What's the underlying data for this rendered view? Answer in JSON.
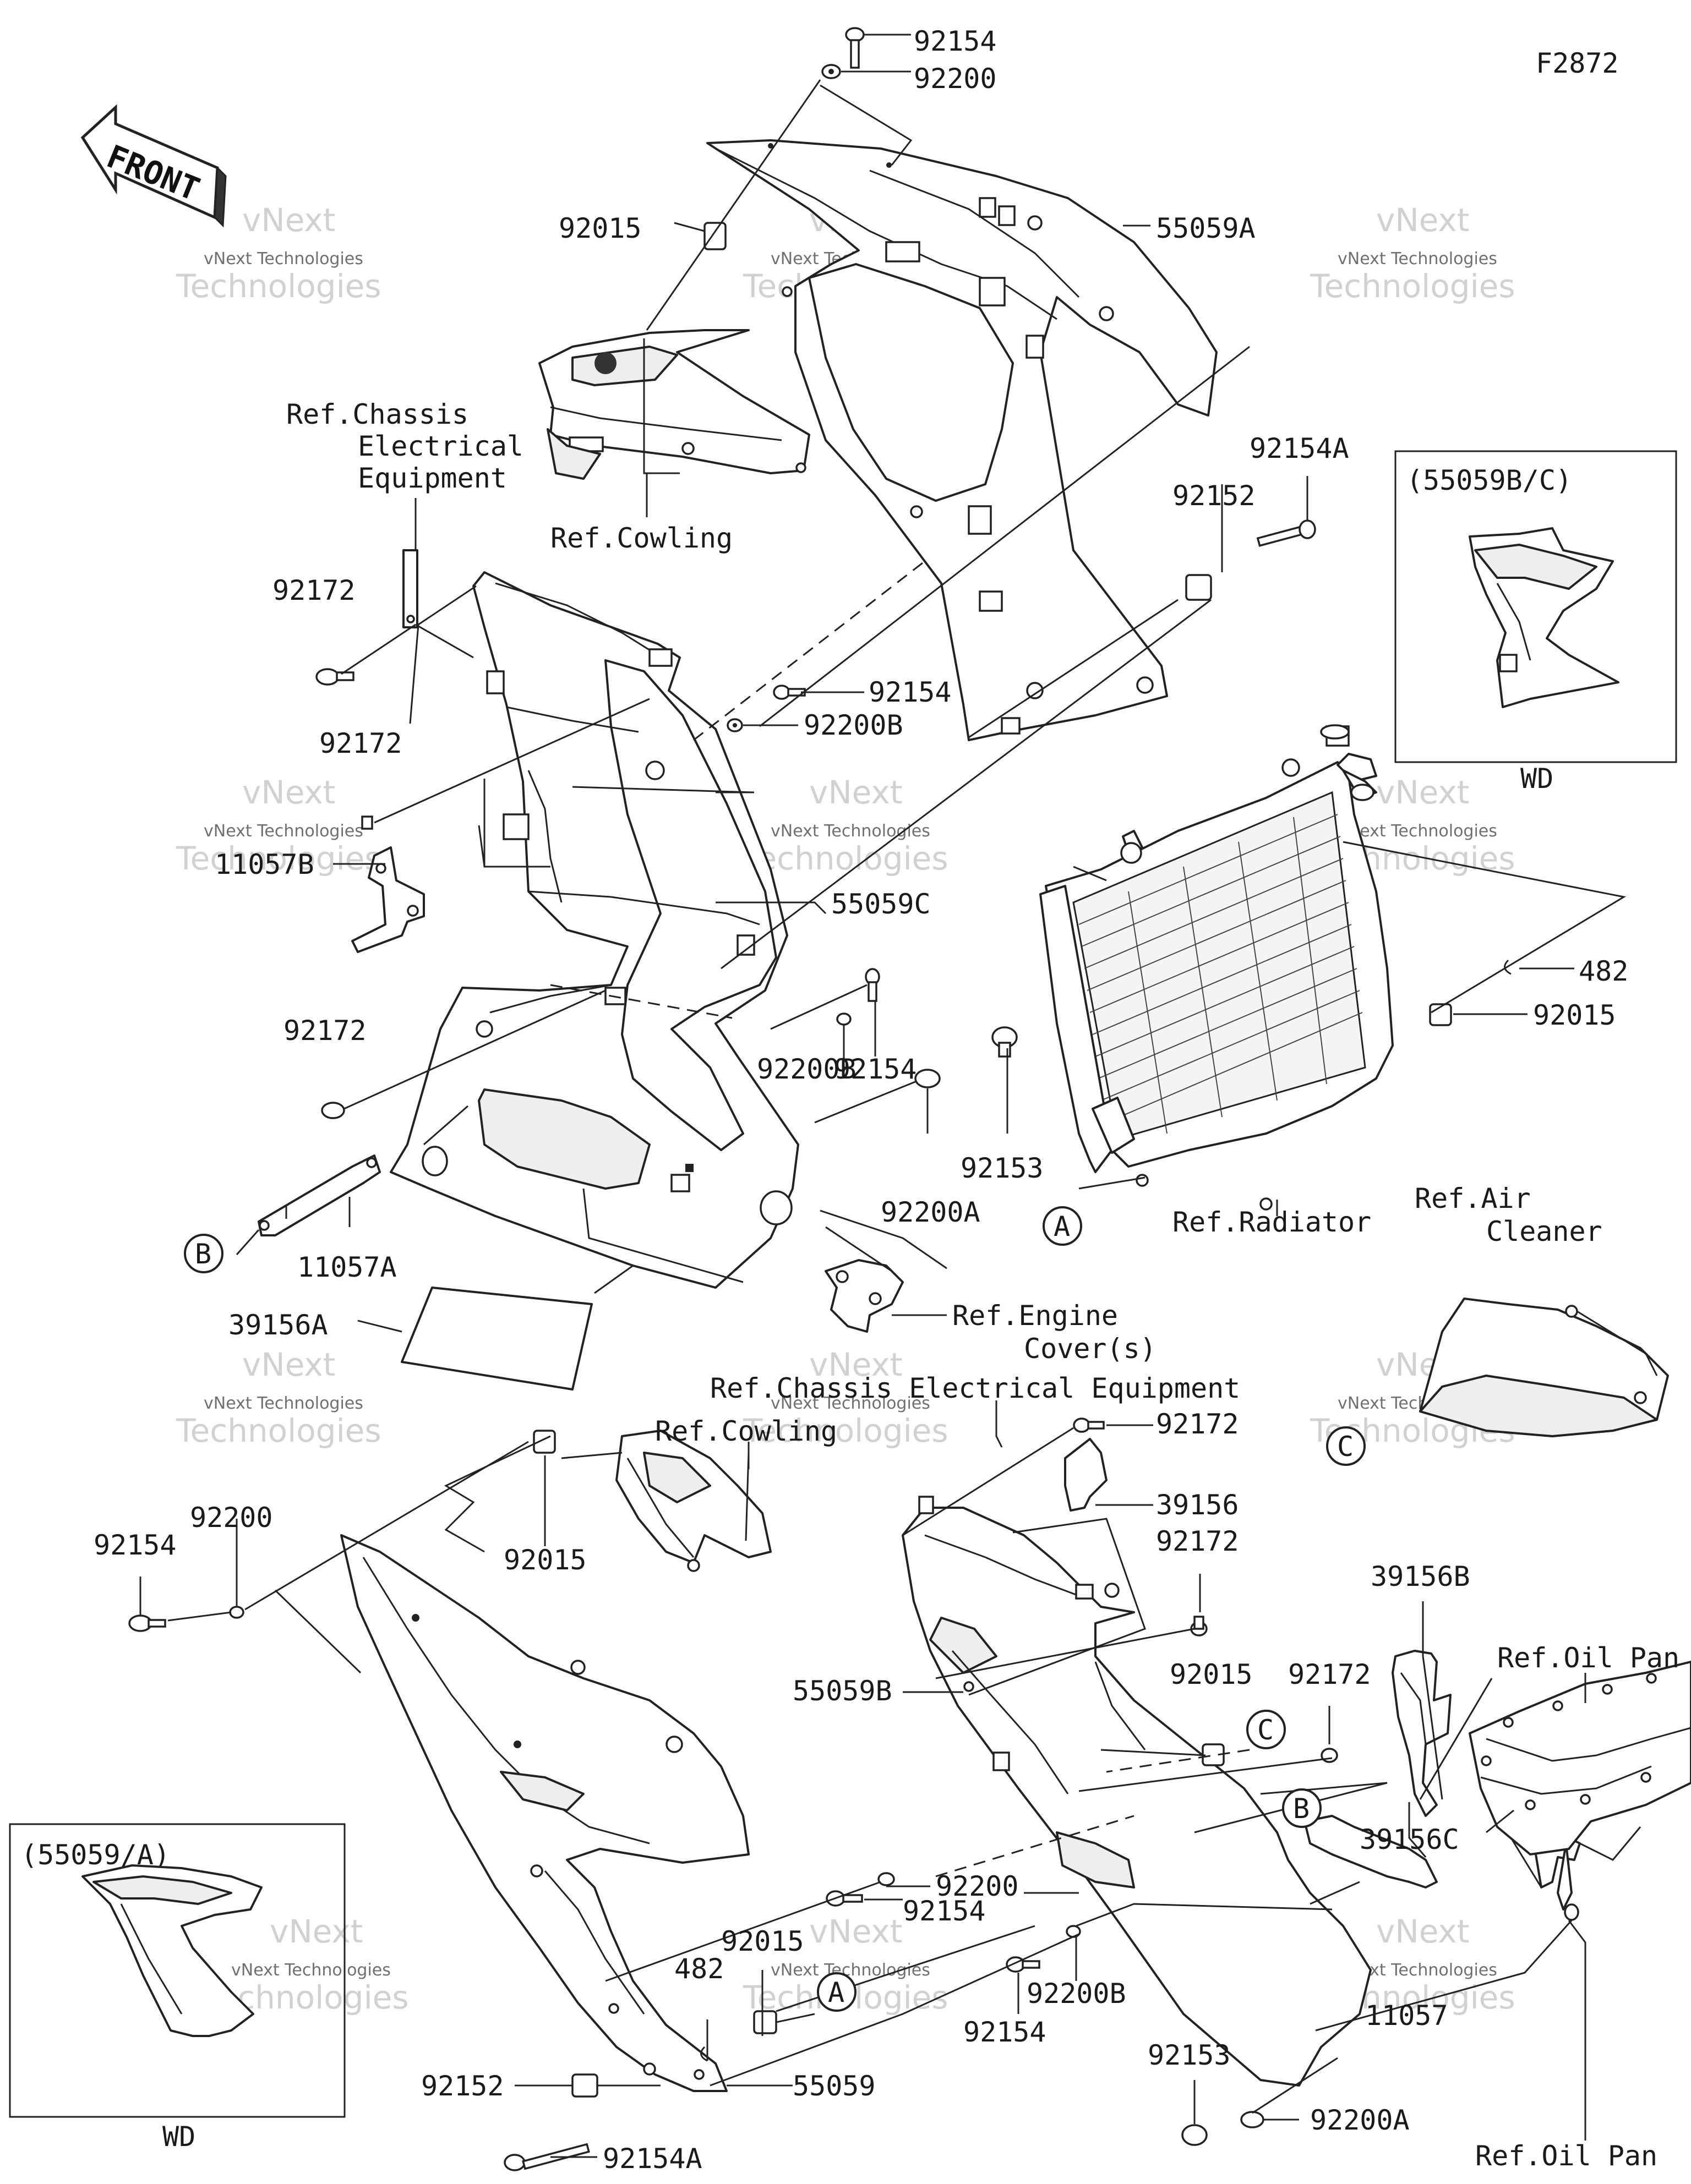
{
  "diagram_code": "F2872",
  "front_arrow_text": "FRONT",
  "labels": {
    "p92154_top": "92154",
    "p92200_top": "92200",
    "p92015_top": "92015",
    "p55059A": "55059A",
    "ref_chassis_elec_1": "Ref.Chassis",
    "ref_chassis_elec_2": "Electrical",
    "ref_chassis_elec_3": "Equipment",
    "ref_cowling_top": "Ref.Cowling",
    "p92154A_top": "92154A",
    "p92152_top": "92152",
    "p92172_a": "92172",
    "p92154_mid": "92154",
    "p92200B_mid": "92200B",
    "p92172_b": "92172",
    "p11057B": "11057B",
    "p55059C": "55059C",
    "p482_right": "482",
    "p92015_right": "92015",
    "p92172_c": "92172",
    "p92154_small": "92154",
    "p92200B_small": "92200B",
    "p92153_mid": "92153",
    "p92200A_mid": "92200A",
    "ref_radiator": "Ref.Radiator",
    "ref_air_cleaner_1": "Ref.Air",
    "ref_air_cleaner_2": "Cleaner",
    "p11057A": "11057A",
    "p39156A": "39156A",
    "ref_engine_cover_1": "Ref.Engine",
    "ref_engine_cover_2": "Cover(s)",
    "ref_chassis_elec_equipment": "Ref.Chassis Electrical Equipment",
    "ref_cowling_low": "Ref.Cowling",
    "p92172_d": "92172",
    "p39156": "39156",
    "p92172_e": "92172",
    "p92154_left": "92154",
    "p92200_left": "92200",
    "p92015_low": "92015",
    "p55059B": "55059B",
    "p92015_c": "92015",
    "p92172_f": "92172",
    "p39156B": "39156B",
    "ref_oil_pan_top": "Ref.Oil Pan",
    "p92200_low": "92200",
    "p92154_low": "92154",
    "p39156C": "39156C",
    "p92015_bottom": "92015",
    "p482_bottom": "482",
    "p92154_b2": "92154",
    "p92200B_b2": "92200B",
    "p11057": "11057",
    "p92152_bottom": "92152",
    "p55059": "55059",
    "p92153_bottom": "92153",
    "p92200A_bottom": "92200A",
    "p92154A_bottom": "92154A",
    "ref_oil_pan_bottom": "Ref.Oil Pan"
  },
  "callouts": {
    "A": "A",
    "B": "B",
    "C": "C"
  },
  "insets": {
    "bc_title": "(55059B/C)",
    "bc_caption": "WD",
    "a_title": "(55059/A)",
    "a_caption": "WD"
  },
  "watermark": {
    "line1": "vNext",
    "line2": "vNext Technologies",
    "line3": "Technologies"
  }
}
